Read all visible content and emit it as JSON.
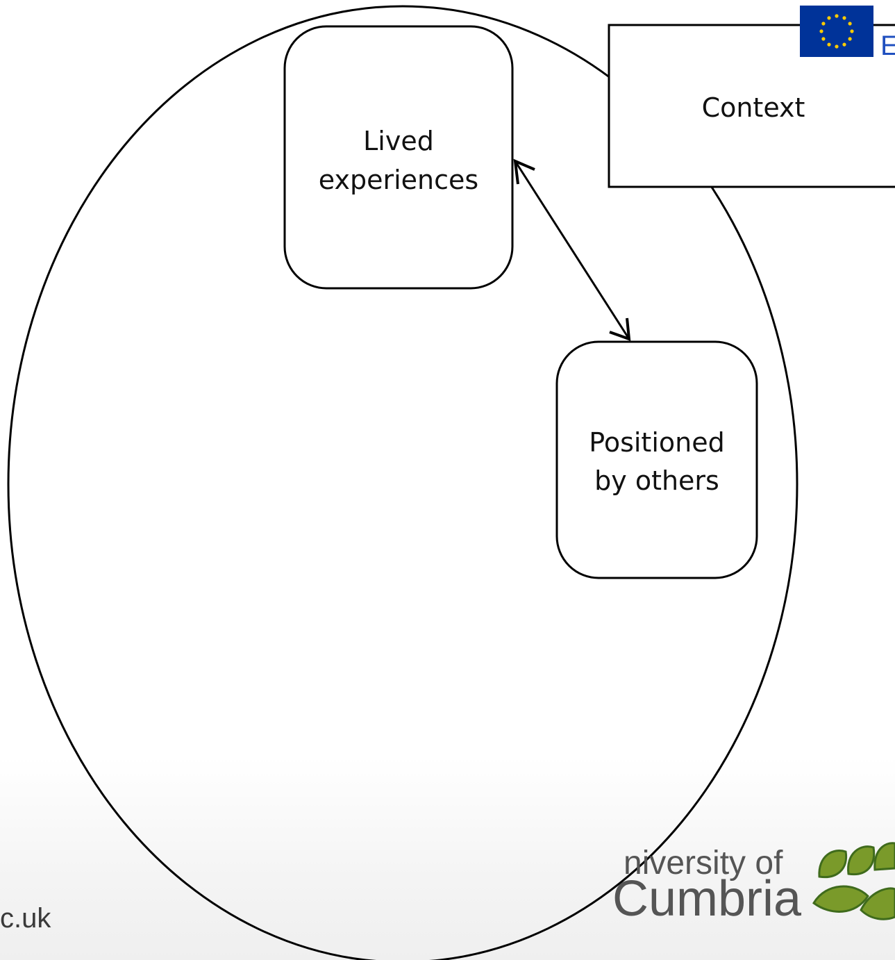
{
  "diagram": {
    "nodes": [
      {
        "id": "lived",
        "lines": [
          "Lived",
          "experiences"
        ]
      },
      {
        "id": "positioned",
        "lines": [
          "Positioned",
          "by others"
        ]
      },
      {
        "id": "context",
        "lines": [
          "Context"
        ]
      }
    ],
    "edges": [
      {
        "from": "lived",
        "to": "positioned",
        "style": "double-arrow"
      }
    ]
  },
  "footer": {
    "url_fragment": "c.uk",
    "logo": {
      "line1": "niversity of",
      "line2": "Cumbria"
    }
  },
  "eu": {
    "link_fragment": "E"
  },
  "colors": {
    "stroke": "#000000",
    "eu_blue": "#003399",
    "eu_star": "#ffcc00",
    "logo_green": "#7a9a2a",
    "logo_dark_green": "#3f6b1c",
    "logo_text": "#555555"
  }
}
